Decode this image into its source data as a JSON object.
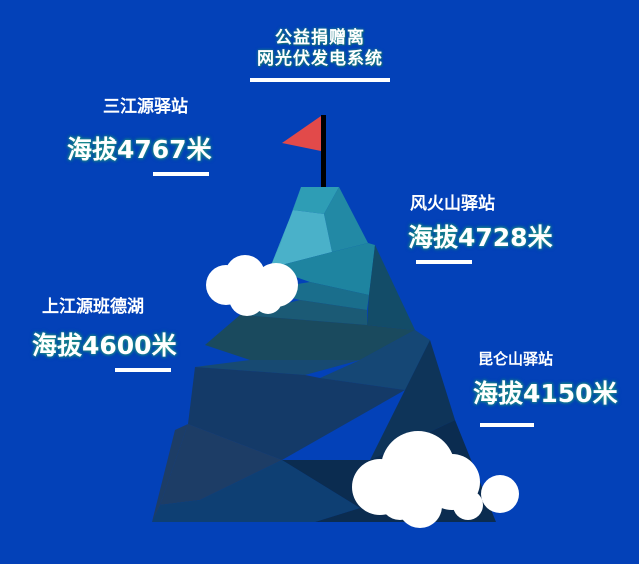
{
  "header": {
    "title_line1": "公益捐赠离",
    "title_line2": "网光伏发电系统"
  },
  "stations": [
    {
      "name": "三江源驿站",
      "altitude": "海拔4767米"
    },
    {
      "name": "风火山驿站",
      "altitude": "海拔4728米"
    },
    {
      "name": "上江源班德湖",
      "altitude": "海拔4600米"
    },
    {
      "name": "昆仑山驿站",
      "altitude": "海拔4150米"
    }
  ],
  "icons": {
    "flag": "red-flag-icon",
    "mountain": "low-poly-mountain",
    "clouds": "cloud-icon"
  },
  "colors": {
    "background": "#0341B8",
    "flag": "#E24A4A",
    "text": "#FFFFFF",
    "text_glow": "#1D8C8C"
  }
}
